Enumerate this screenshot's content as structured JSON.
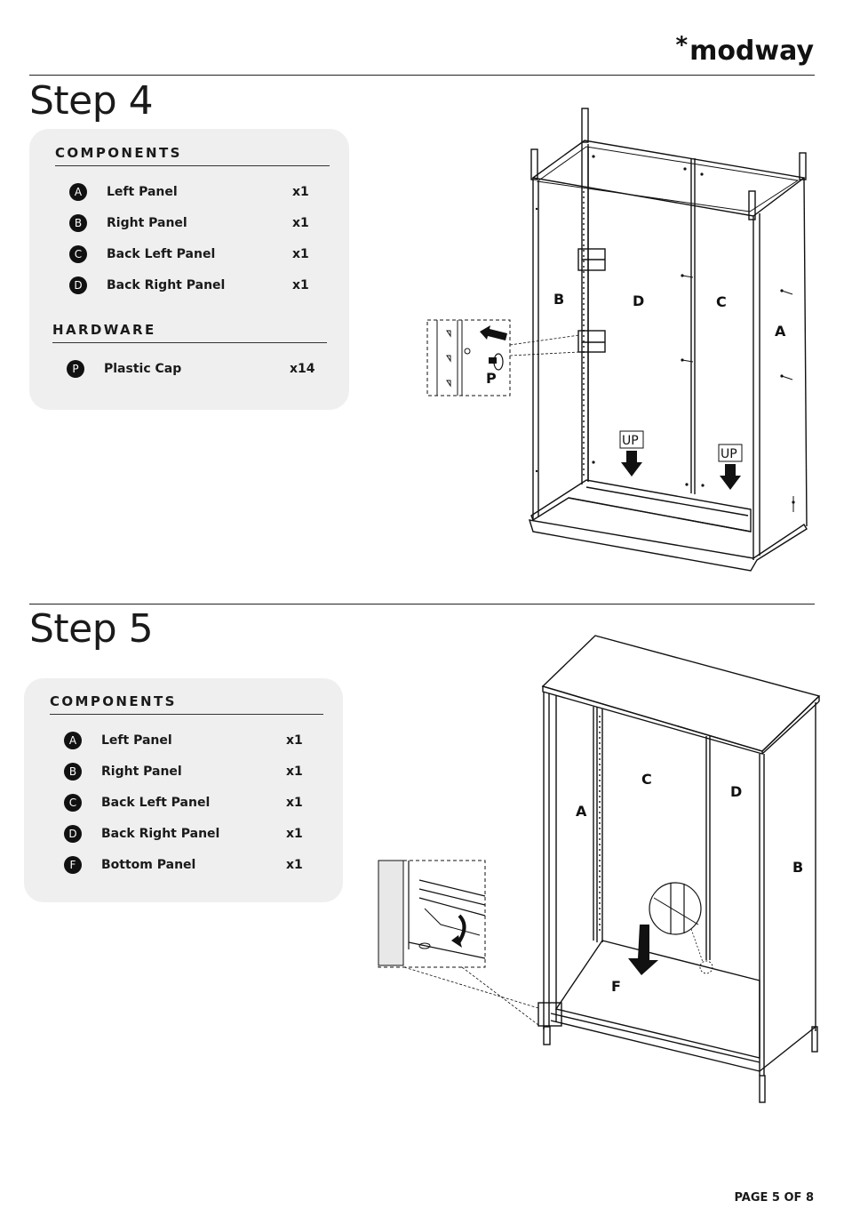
{
  "brand": {
    "name": "modway",
    "star": "*"
  },
  "step4": {
    "title": "Step 4",
    "components_heading": "COMPONENTS",
    "components": [
      {
        "letter": "A",
        "name": "Left Panel",
        "qty": "x1"
      },
      {
        "letter": "B",
        "name": "Right Panel",
        "qty": "x1"
      },
      {
        "letter": "C",
        "name": "Back Left Panel",
        "qty": "x1"
      },
      {
        "letter": "D",
        "name": "Back Right Panel",
        "qty": "x1"
      }
    ],
    "hardware_heading": "HARDWARE",
    "hardware": [
      {
        "letter": "P",
        "name": "Plastic Cap",
        "qty": "x14"
      }
    ],
    "diagram_labels": {
      "b": "B",
      "d": "D",
      "c": "C",
      "a": "A",
      "p": "P",
      "up": "UP"
    }
  },
  "step5": {
    "title": "Step 5",
    "components_heading": "COMPONENTS",
    "components": [
      {
        "letter": "A",
        "name": "Left Panel",
        "qty": "x1"
      },
      {
        "letter": "B",
        "name": "Right Panel",
        "qty": "x1"
      },
      {
        "letter": "C",
        "name": "Back Left Panel",
        "qty": "x1"
      },
      {
        "letter": "D",
        "name": "Back Right Panel",
        "qty": "x1"
      },
      {
        "letter": "F",
        "name": "Bottom Panel",
        "qty": "x1"
      }
    ],
    "diagram_labels": {
      "a": "A",
      "c": "C",
      "d": "D",
      "b": "B",
      "f": "F"
    }
  },
  "footer": {
    "page": "PAGE 5 OF 8"
  }
}
